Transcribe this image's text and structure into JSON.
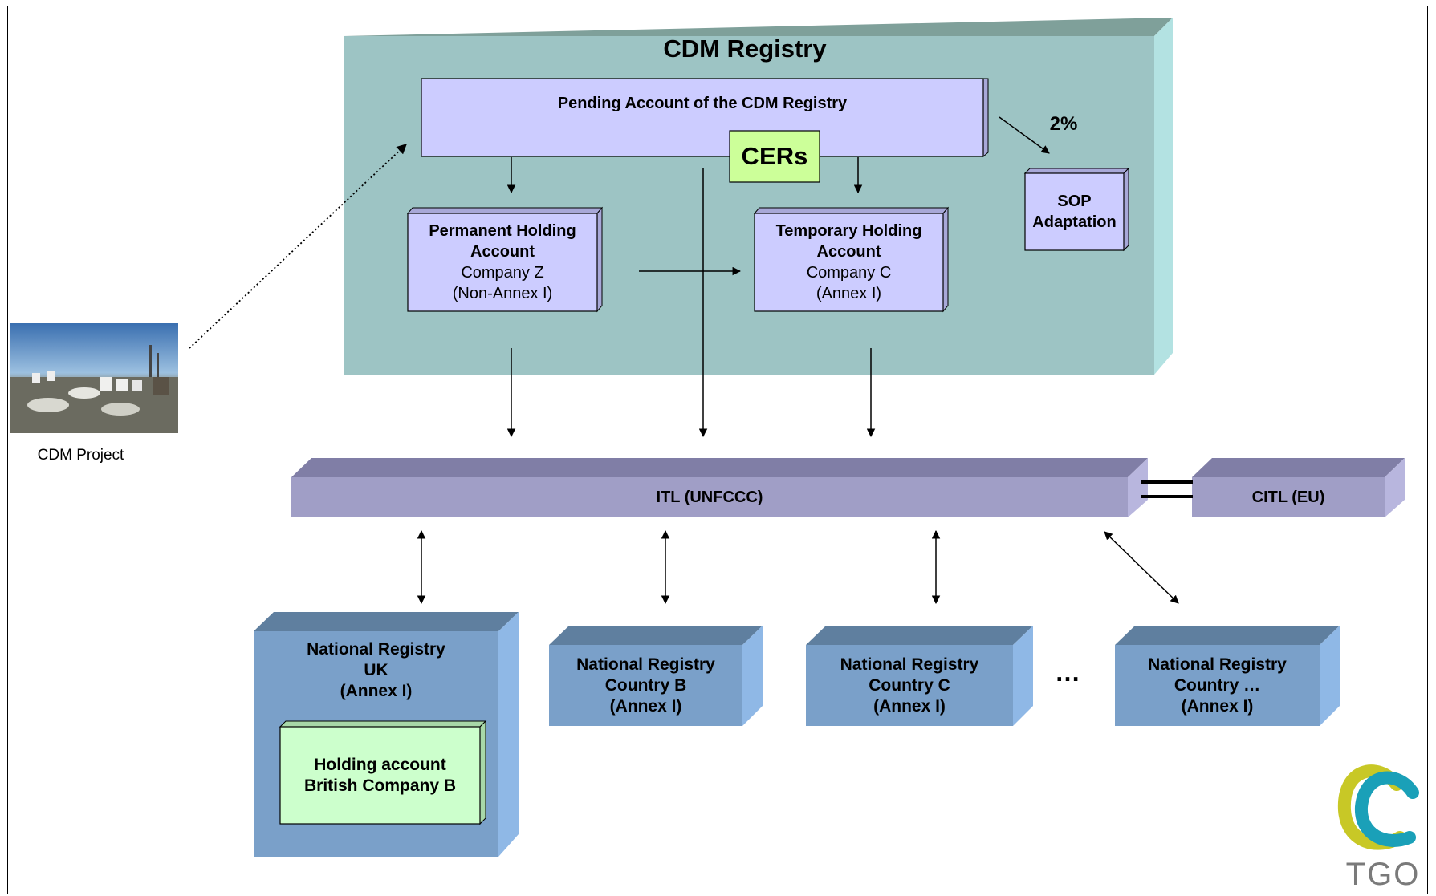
{
  "cdm_registry": {
    "title": "CDM Registry",
    "pending_account": "Pending Account of the CDM Registry",
    "cers": "CERs",
    "share_of_proceeds": "2%",
    "sop": {
      "line1": "SOP",
      "line2": "Adaptation"
    },
    "permanent": {
      "line1": "Permanent Holding",
      "line2": "Account",
      "line3": "Company Z",
      "line4": "(Non-Annex I)"
    },
    "temporary": {
      "line1": "Temporary Holding",
      "line2": "Account",
      "line3": "Company C",
      "line4": "(Annex I)"
    }
  },
  "cdm_project": {
    "caption": "CDM Project"
  },
  "itl": {
    "label": "ITL (UNFCCC)"
  },
  "citl": {
    "label": "CITL (EU)"
  },
  "national_registries": [
    {
      "line1": "National Registry",
      "line2": "UK",
      "line3": "(Annex I)"
    },
    {
      "line1": "National Registry",
      "line2": "Country B",
      "line3": "(Annex I)"
    },
    {
      "line1": "National Registry",
      "line2": "Country C",
      "line3": "(Annex I)"
    },
    {
      "line1": "National Registry",
      "line2": "Country …",
      "line3": "(Annex I)"
    }
  ],
  "ellipsis": "…",
  "holding_account": {
    "line1": "Holding account",
    "line2": "British Company B"
  },
  "logo": {
    "text": "TGO"
  },
  "colors": {
    "registry_front": "#9dc4c4",
    "registry_top": "#7fa09a",
    "registry_side": "#b3e2e2",
    "account_box": "#ccccff",
    "cers_box": "#ccff99",
    "itl_front": "#a09ec6",
    "itl_top": "#807ea6",
    "national_front": "#7aa0c9",
    "national_top": "#5f7f9f",
    "national_side": "#8fb8e6",
    "holding_box": "#ccffcc",
    "logo_teal": "#1aa0b8",
    "logo_green": "#c8c826"
  }
}
